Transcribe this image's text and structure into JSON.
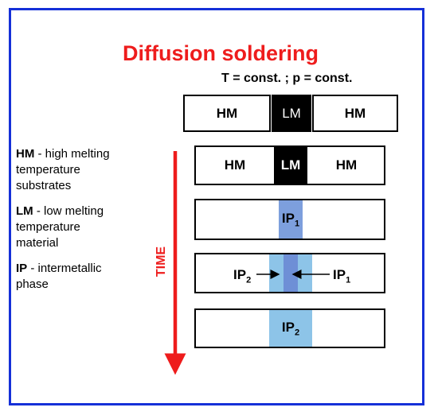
{
  "title": "Diffusion soldering",
  "conditions": "T = const. ; p = const.",
  "row0": {
    "left": "HM",
    "middle": "LM",
    "right": "HM"
  },
  "row1": {
    "left": "HM",
    "middle": "LM",
    "right": "HM"
  },
  "row2": {
    "phase": "IP",
    "phase_sub": "1"
  },
  "row3": {
    "left_label": "IP",
    "left_sub": "2",
    "right_label": "IP",
    "right_sub": "1"
  },
  "row4": {
    "phase": "IP",
    "phase_sub": "2"
  },
  "time_label": "TIME",
  "legend": [
    {
      "abbr": "HM",
      "text": " - high melting",
      "cont": [
        "temperature",
        "substrates"
      ]
    },
    {
      "abbr": "LM",
      "text": " - low melting",
      "cont": [
        "temperature",
        "material"
      ]
    },
    {
      "abbr": "IP",
      "text": " - intermetallic",
      "cont": [
        "phase"
      ]
    }
  ],
  "colors": {
    "title": "#ee1c1c",
    "frame": "#1530d8",
    "ip_light": "#8dc4e8",
    "ip_dark": "#6e8fd6",
    "arrow": "#ee1c1c"
  }
}
